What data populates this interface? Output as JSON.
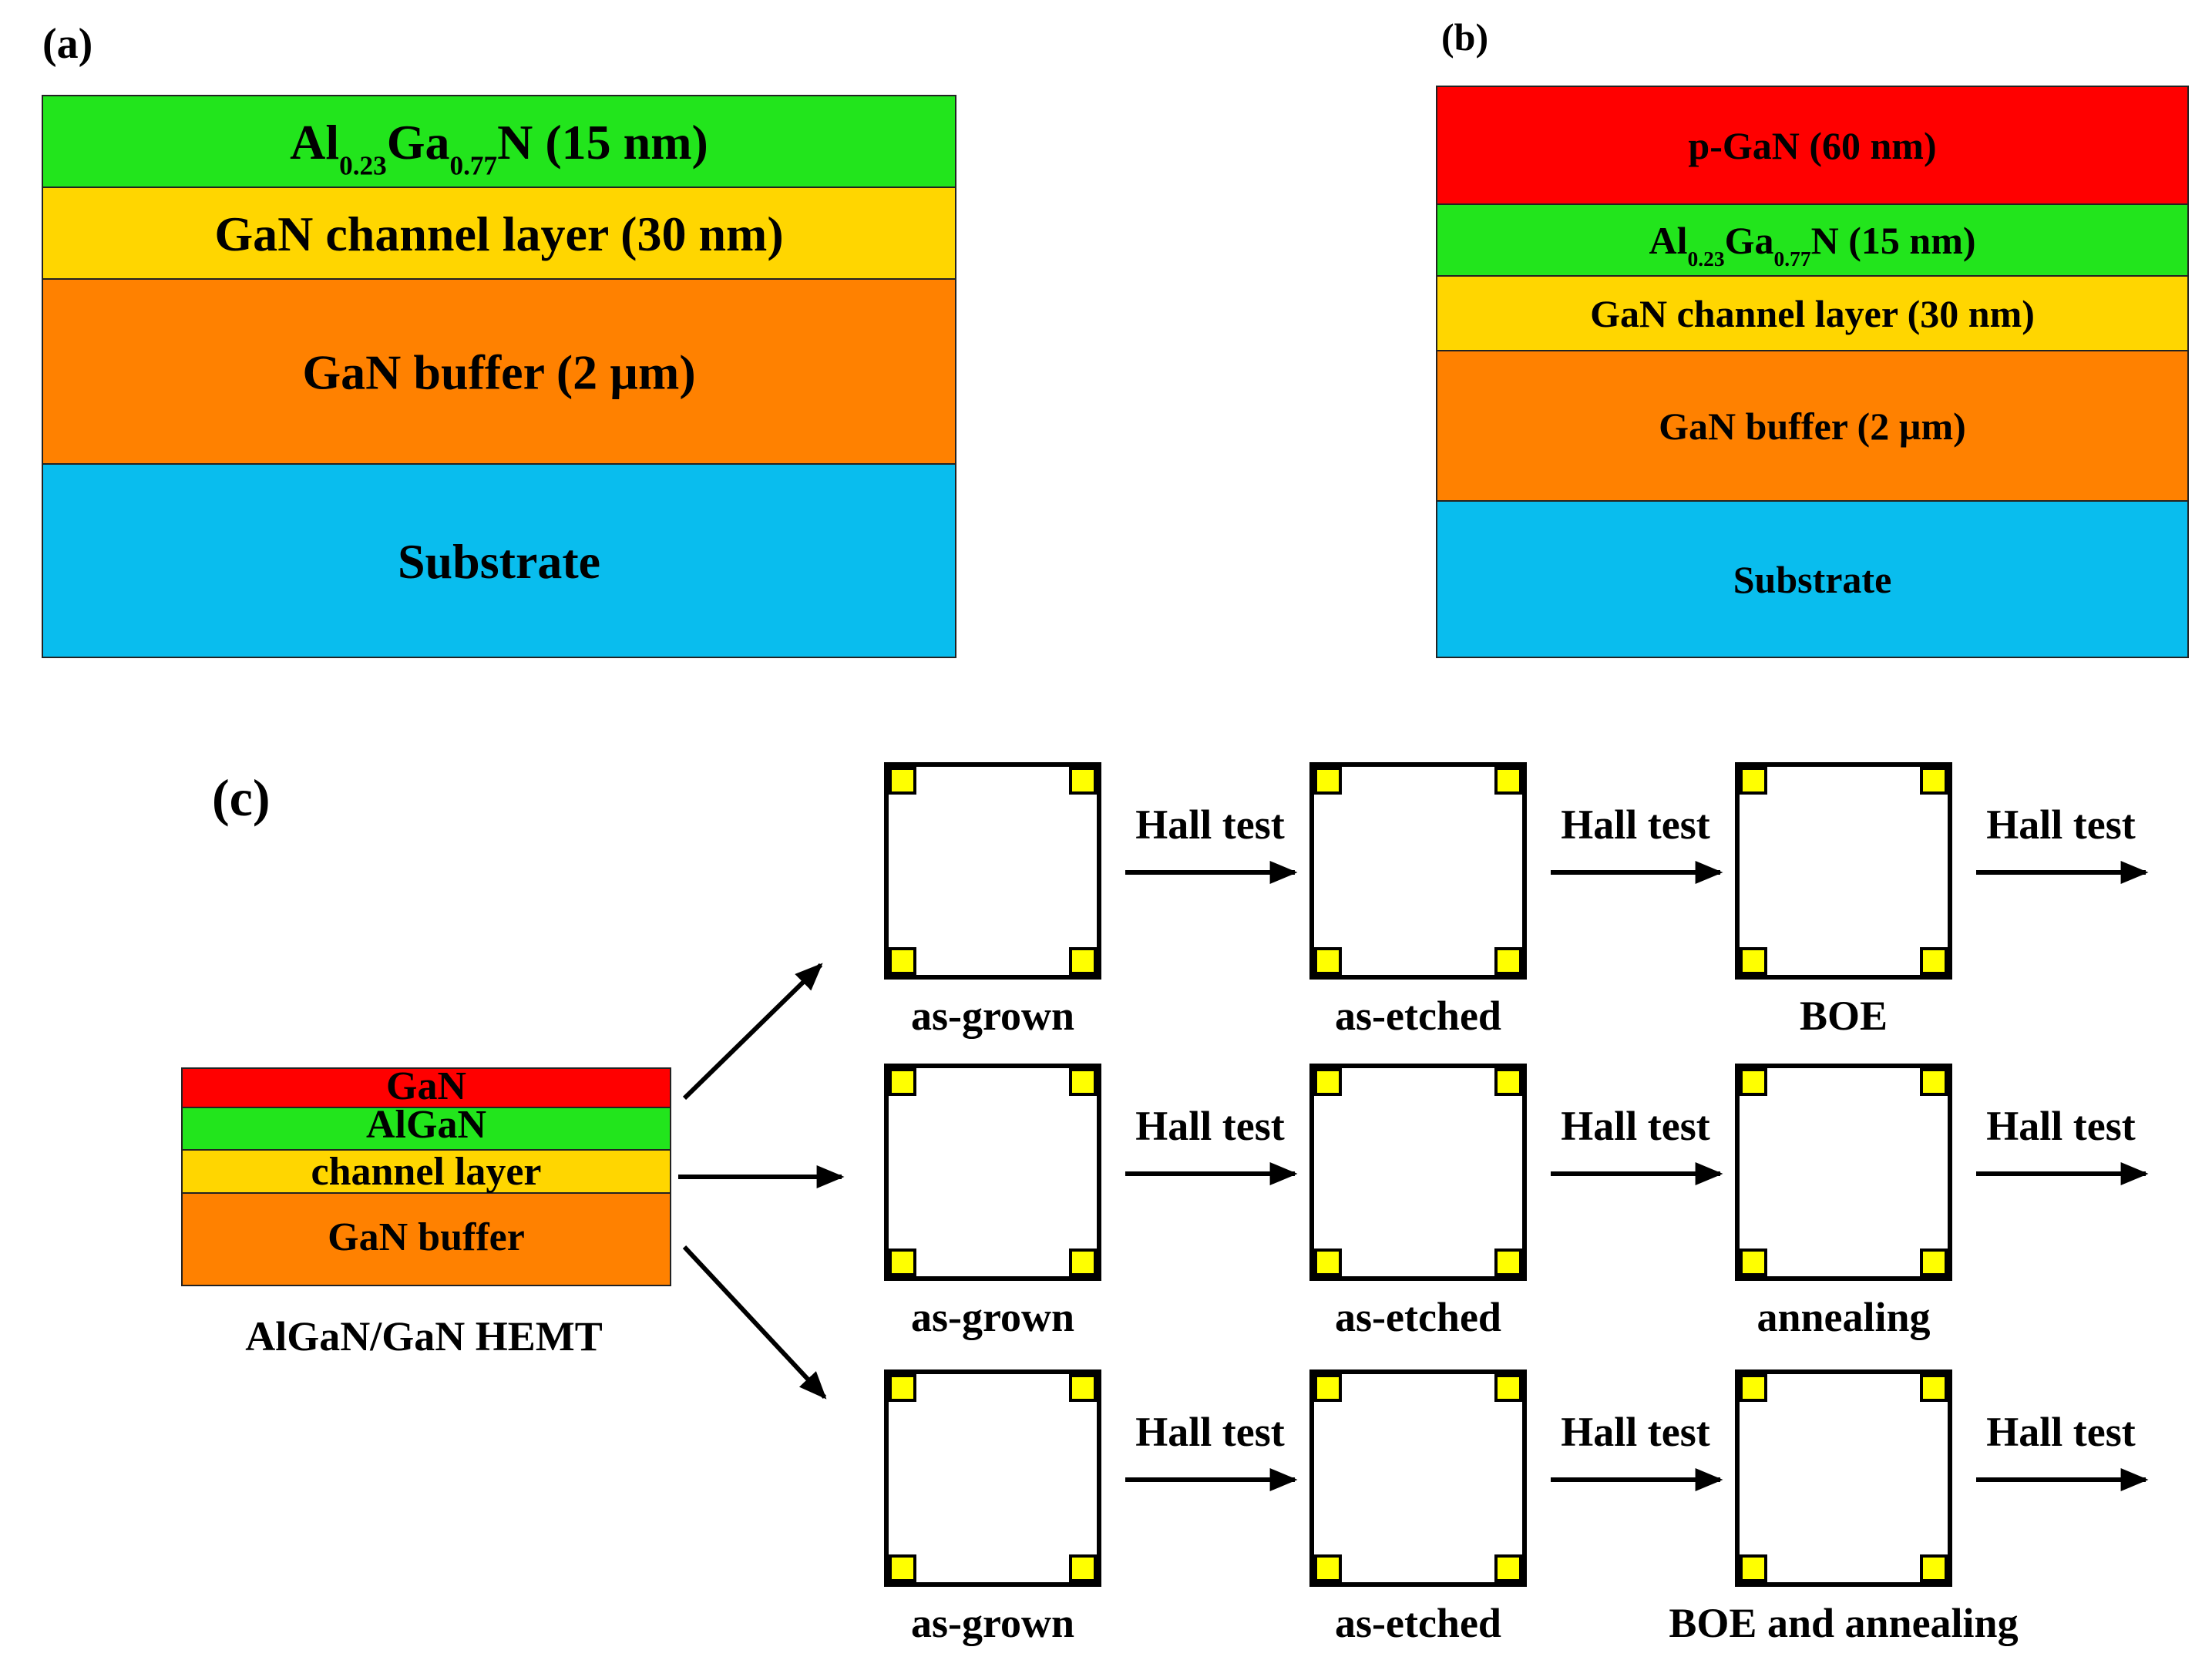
{
  "panel_a": {
    "label": "(a)",
    "layers": [
      {
        "name": "AlGaN barrier",
        "parts": [
          [
            "Al",
            ""
          ],
          [
            "0.23",
            "sub"
          ],
          [
            "Ga",
            ""
          ],
          [
            "0.77",
            "sub"
          ],
          [
            "N (15 nm)",
            ""
          ]
        ],
        "color": "#22e51c"
      },
      {
        "name": "channel",
        "text": "GaN channel layer (30 nm)",
        "color": "#ffd600"
      },
      {
        "name": "buffer",
        "text": "GaN buffer (2 µm)",
        "color": "#ff8100"
      },
      {
        "name": "substrate",
        "text": "Substrate",
        "color": "#09bdee"
      }
    ]
  },
  "panel_b": {
    "label": "(b)",
    "layers": [
      {
        "name": "p-GaN",
        "text": "p-GaN (60 nm)",
        "color": "#ff0000"
      },
      {
        "name": "AlGaN barrier",
        "parts": [
          [
            "Al",
            ""
          ],
          [
            "0.23",
            "sub"
          ],
          [
            "Ga",
            ""
          ],
          [
            "0.77",
            "sub"
          ],
          [
            "N (15 nm)",
            ""
          ]
        ],
        "color": "#22e51c"
      },
      {
        "name": "channel",
        "text": "GaN channel layer (30 nm)",
        "color": "#ffd600"
      },
      {
        "name": "buffer",
        "text": "GaN buffer (2 µm)",
        "color": "#ff8100"
      },
      {
        "name": "substrate",
        "text": "Substrate",
        "color": "#09bdee"
      }
    ]
  },
  "panel_c": {
    "label": "(c)",
    "stack": {
      "layers": [
        {
          "name": "GaN cap",
          "text": "GaN",
          "color": "#ff0000"
        },
        {
          "name": "AlGaN",
          "text": "AlGaN",
          "color": "#22e51c"
        },
        {
          "name": "channel",
          "text": "channel layer",
          "color": "#ffd600"
        },
        {
          "name": "buffer",
          "text": "GaN buffer",
          "color": "#ff8100"
        }
      ],
      "caption": "AlGaN/GaN HEMT"
    },
    "arrow_label": "Hall test",
    "rows": [
      {
        "steps": [
          "as-grown",
          "as-etched",
          "BOE"
        ]
      },
      {
        "steps": [
          "as-grown",
          "as-etched",
          "annealing"
        ]
      },
      {
        "steps": [
          "as-grown",
          "as-etched",
          "BOE and annealing"
        ]
      }
    ],
    "contact_color": "#ffff00"
  }
}
